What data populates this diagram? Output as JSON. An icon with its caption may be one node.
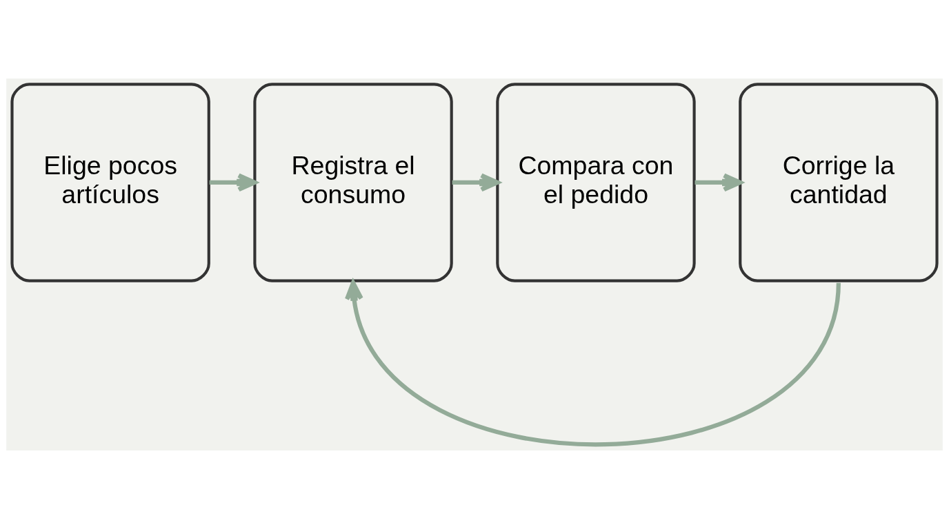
{
  "diagram": {
    "nodes": [
      {
        "text": [
          "Elige pocos artículos"
        ]
      },
      {
        "text": [
          "Registra el consumo"
        ]
      },
      {
        "text": [
          "Compara con el pedido"
        ]
      },
      {
        "text": [
          "Corrige la cantidad"
        ]
      }
    ],
    "edges": [
      {
        "from": 0,
        "to": 1,
        "arrow": "to"
      },
      {
        "from": 1,
        "to": 2,
        "arrow": "to"
      },
      {
        "from": 2,
        "to": 3,
        "arrow": "to"
      },
      {
        "from": 3,
        "to": 1,
        "arrow": "to"
      }
    ]
  }
}
